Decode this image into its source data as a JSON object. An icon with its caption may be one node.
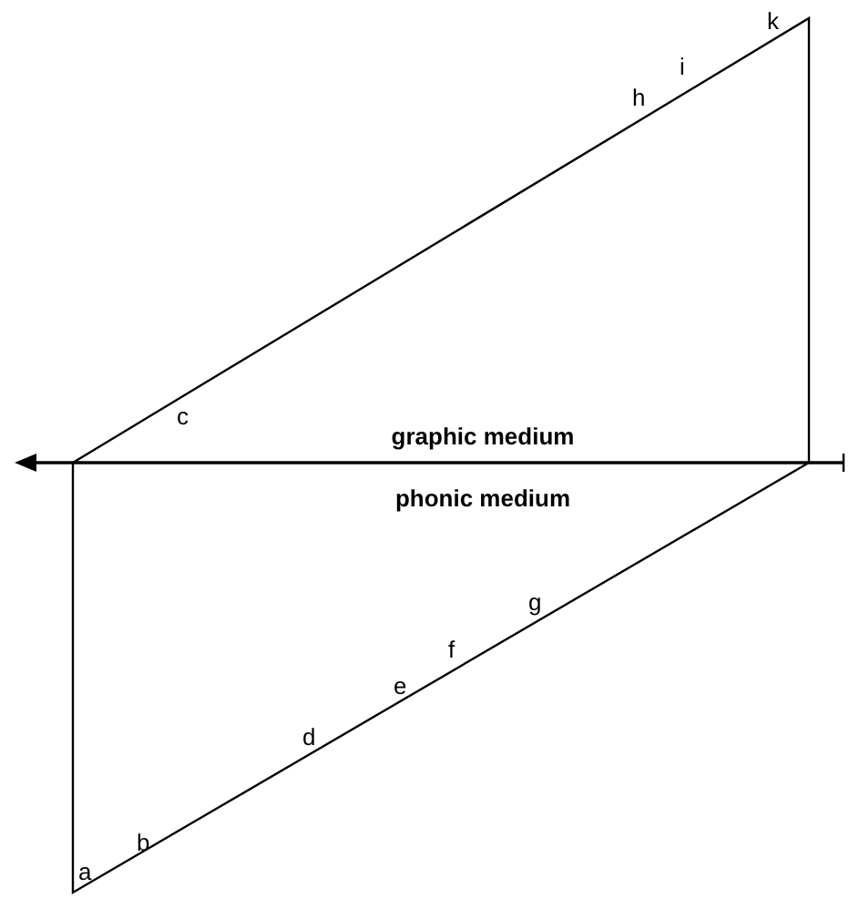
{
  "diagram": {
    "labels": [
      "k",
      "i",
      "h",
      "c",
      "graphic medium",
      "phonic medium",
      "g",
      "f",
      "e",
      "d",
      "b",
      "a"
    ]
  }
}
